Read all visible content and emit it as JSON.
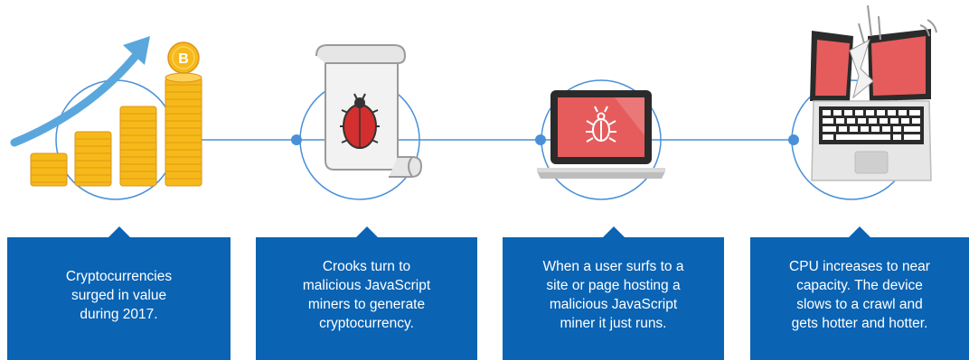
{
  "steps": [
    {
      "id": "surge",
      "icon": "coin-stacks-rising-arrow-icon",
      "lines": [
        "Cryptocurrencies",
        "surged in value",
        "during 2017."
      ]
    },
    {
      "id": "crooks",
      "icon": "bug-on-scroll-icon",
      "lines": [
        "Crooks turn to",
        "malicious JavaScript",
        "miners to generate",
        "cryptocurrency."
      ]
    },
    {
      "id": "surf",
      "icon": "laptop-bug-icon",
      "lines": [
        "When a user surfs to a",
        "site or page hosting a",
        "malicious JavaScript",
        "miner it just runs."
      ]
    },
    {
      "id": "cpu",
      "icon": "broken-laptop-icon",
      "lines": [
        "CPU increases to near",
        "capacity. The device",
        "slows to a crawl and",
        "gets hotter and hotter."
      ]
    }
  ],
  "coin_symbol": "B",
  "colors": {
    "box": "#0a63b3",
    "connector": "#4a90d9",
    "arrow": "#5aa7dd",
    "coin": "#f6b91a",
    "screen": "#e65c5c",
    "bug": "#d32f2f"
  }
}
